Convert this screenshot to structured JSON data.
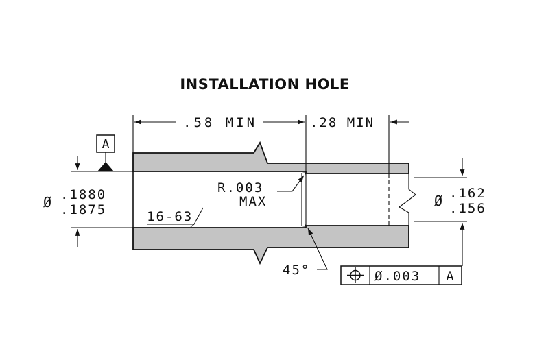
{
  "title": "INSTALLATION HOLE",
  "dimensions": {
    "depth_min": ".58 MIN",
    "step_min": ".28 MIN",
    "bore_dia_prefix": "Ø",
    "bore_dia_upper": ".1880",
    "bore_dia_lower": ".1875",
    "radius_line1": "R.003",
    "radius_line2": "MAX",
    "finish": "16-63",
    "chamfer_angle": "45°",
    "small_dia_prefix": "Ø",
    "small_dia_upper": ".162",
    "small_dia_lower": ".156"
  },
  "datum": {
    "label": "A"
  },
  "feature_control_frame": {
    "symbol": "position",
    "tolerance": "Ø.003",
    "datum": "A"
  },
  "colors": {
    "wall_fill": "#c4c4c4",
    "line": "#111111"
  }
}
